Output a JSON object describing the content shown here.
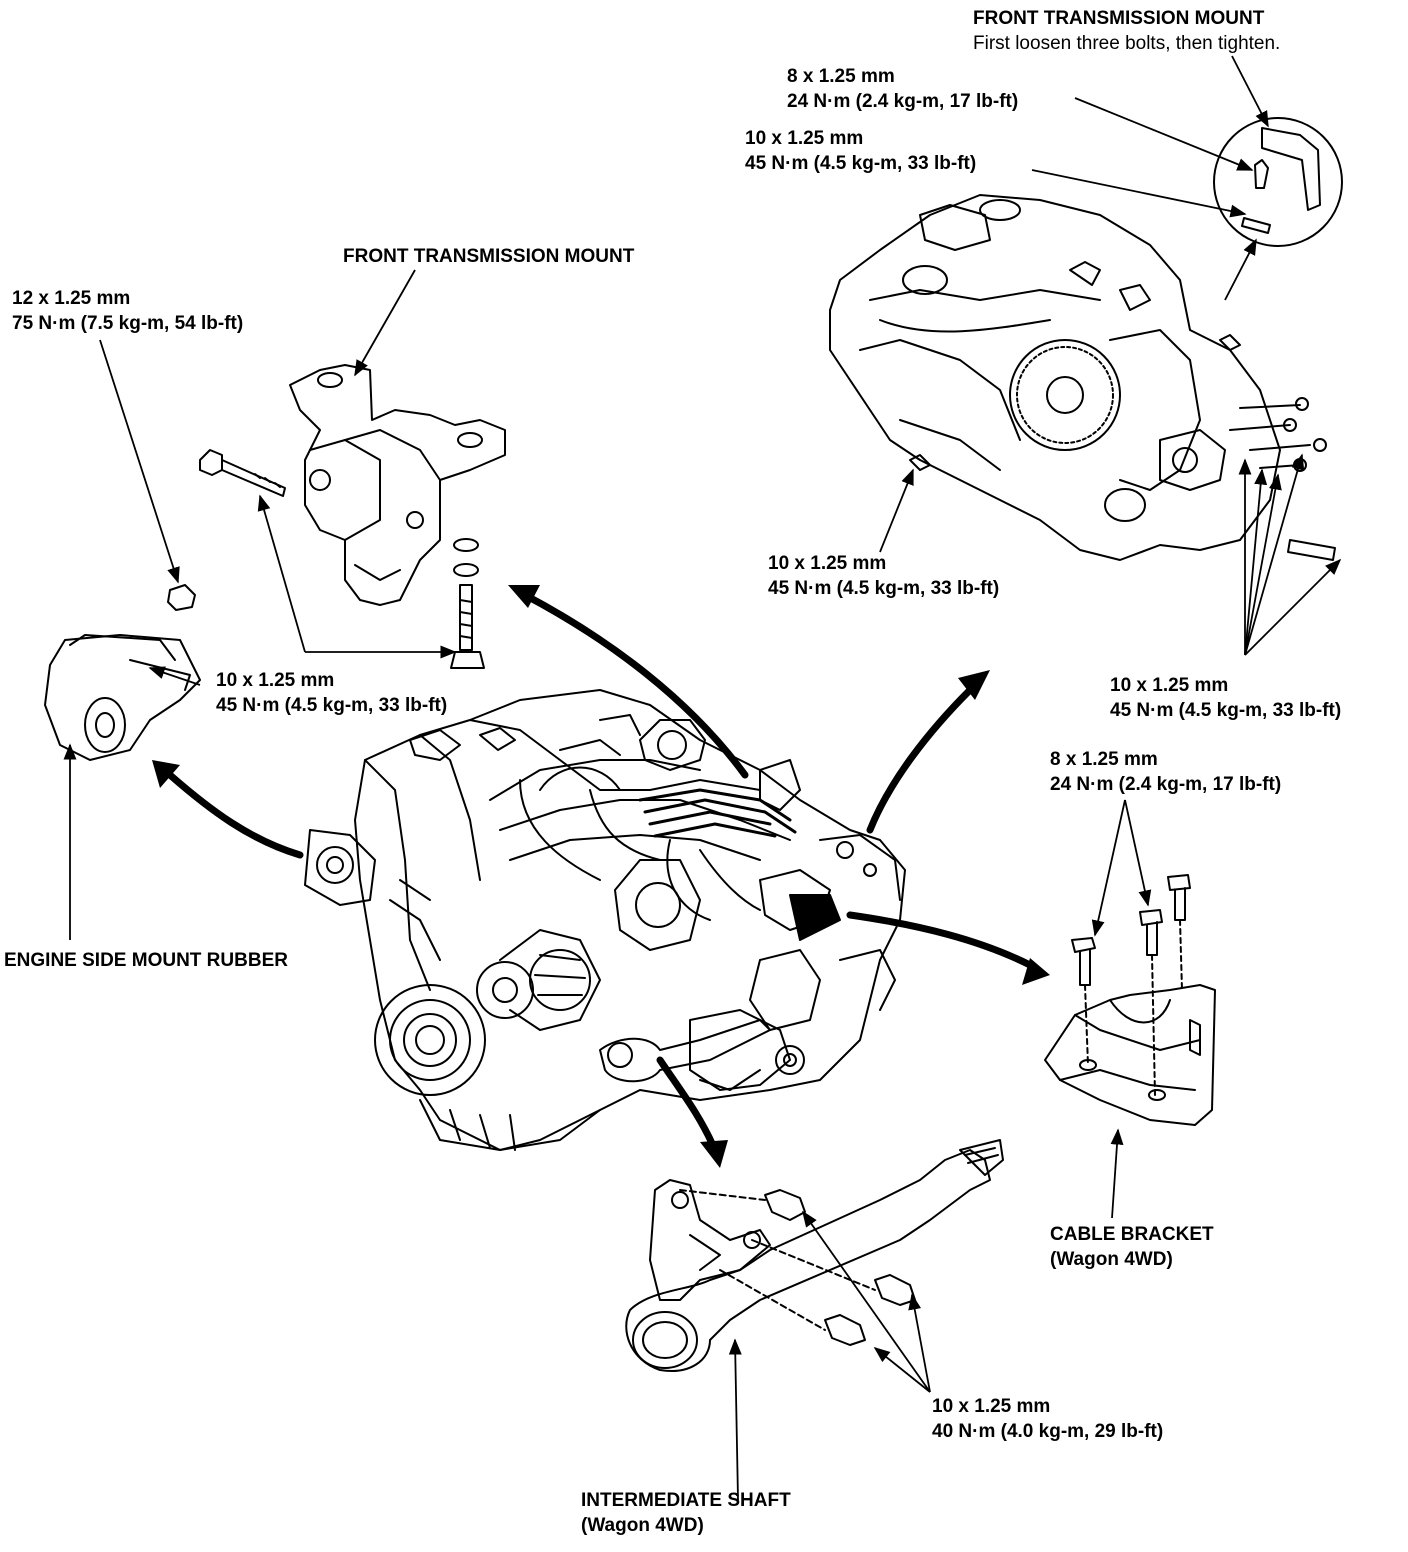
{
  "labels": {
    "ftm_top": {
      "title": "FRONT TRANSMISSION MOUNT",
      "note": "First loosen three bolts, then tighten."
    },
    "ftm_top_bolt_small": {
      "size": "8 x 1.25 mm",
      "torque": "24 N·m (2.4 kg-m, 17 lb-ft)"
    },
    "ftm_top_bolt_large": {
      "size": "10 x 1.25 mm",
      "torque": "45 N·m (4.5 kg-m, 33 lb-ft)"
    },
    "ftm_left": {
      "title": "FRONT TRANSMISSION MOUNT"
    },
    "side_mount_nut": {
      "size": "12 x 1.25 mm",
      "torque": "75 N·m (7.5 kg-m, 54 lb-ft)"
    },
    "side_mount_bolt": {
      "size": "10 x 1.25 mm",
      "torque": "45 N·m (4.5 kg-m, 33 lb-ft)"
    },
    "trans_bolt_left": {
      "size": "10 x 1.25 mm",
      "torque": "45 N·m (4.5 kg-m, 33 lb-ft)"
    },
    "trans_bolts_right": {
      "size": "10 x 1.25 mm",
      "torque": "45 N·m (4.5 kg-m, 33 lb-ft)"
    },
    "cable_bracket_bolts": {
      "size": "8 x 1.25 mm",
      "torque": "24 N·m (2.4 kg-m, 17 lb-ft)"
    },
    "engine_side_mount": {
      "title": "ENGINE SIDE MOUNT RUBBER"
    },
    "cable_bracket": {
      "title": "CABLE BRACKET",
      "note": "(Wagon 4WD)"
    },
    "shaft_bolts": {
      "size": "10 x 1.25 mm",
      "torque": "40 N·m (4.0 kg-m, 29 lb-ft)"
    },
    "intermediate_shaft": {
      "title": "INTERMEDIATE SHAFT",
      "note": "(Wagon 4WD)"
    }
  }
}
